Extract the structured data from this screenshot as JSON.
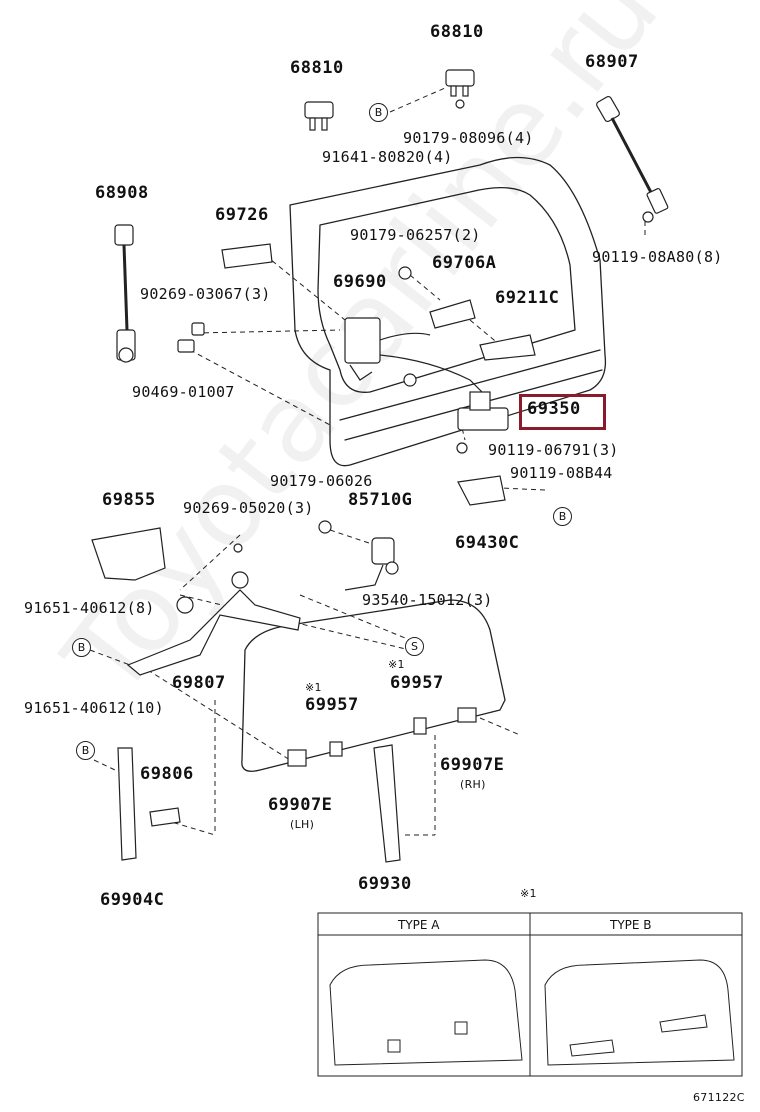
{
  "watermark": "Toyotacarline.ru",
  "highlight_color": "#8b1a2b",
  "labels": {
    "p68810_a": "68810",
    "p68810_b": "68810",
    "p68907": "68907",
    "p90179_08096": "90179-08096(4)",
    "p91641_80820": "91641-80820(4)",
    "p68908": "68908",
    "p69726": "69726",
    "p90179_06257": "90179-06257(2)",
    "p90119_08A80": "90119-08A80(8)",
    "p69690": "69690",
    "p69706A": "69706A",
    "p90269_03067": "90269-03067(3)",
    "p69211C": "69211C",
    "p90469_01007": "90469-01007",
    "p69350": "69350",
    "p90119_06791": "90119-06791(3)",
    "p90179_06026": "90179-06026",
    "p90119_08B44": "90119-08B44",
    "p69855": "69855",
    "p90269_05020": "90269-05020(3)",
    "p85710G": "85710G",
    "p69430C": "69430C",
    "p91651_40612_8": "91651-40612(8)",
    "p93540_15012": "93540-15012(3)",
    "p69807": "69807",
    "note1_a": "※1",
    "note1_b": "※1",
    "note1_c": "※1",
    "p69957_a": "69957",
    "p69957_b": "69957",
    "p91651_40612_10": "91651-40612(10)",
    "p69806": "69806",
    "p69907E_rh": "69907E",
    "rh": "(RH)",
    "p69907E_lh": "69907E",
    "lh": "(LH)",
    "p69930": "69930",
    "p69904C": "69904C",
    "type_a": "TYPE A",
    "type_b": "TYPE B",
    "figure_code": "671122C"
  },
  "callouts": {
    "b1": "B",
    "b2": "B",
    "b3": "B",
    "b4": "B",
    "s1": "S"
  }
}
